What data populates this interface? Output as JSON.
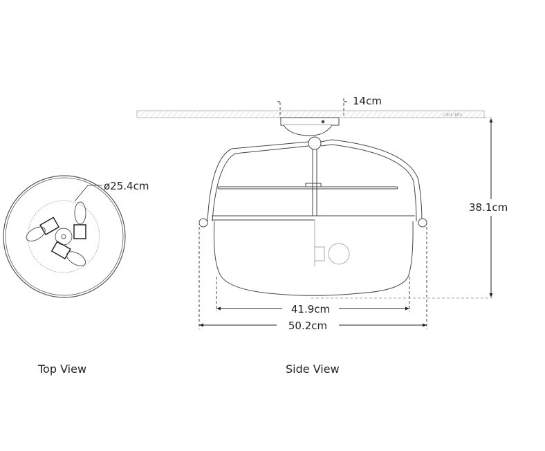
{
  "top_view": {
    "label": "Top View",
    "diameter": "ø25.4cm"
  },
  "side_view": {
    "label": "Side View",
    "ceiling_label": "CEILING",
    "canopy_width": "14cm",
    "height": "38.1cm",
    "bowl_width": "41.9cm",
    "overall_width": "50.2cm"
  }
}
